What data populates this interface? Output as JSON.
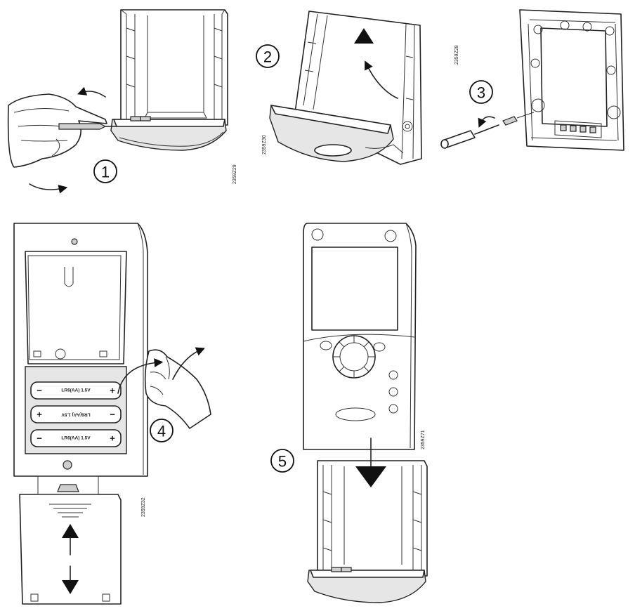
{
  "steps": [
    {
      "number": "1",
      "code": "2359Z29"
    },
    {
      "number": "2",
      "code": "2359Z30"
    },
    {
      "number": "3",
      "code": "2359Z28"
    },
    {
      "number": "4",
      "code": "2359Z32"
    },
    {
      "number": "5",
      "code": "2359Z71"
    }
  ],
  "batteries": [
    {
      "label": "LR6(AA) 1.5V",
      "left_sign": "−",
      "right_sign": "+"
    },
    {
      "label": "LR6(AA) 1.5V",
      "left_sign": "+",
      "right_sign": "−"
    },
    {
      "label": "LR6(AA) 1.5V",
      "left_sign": "−",
      "right_sign": "+"
    }
  ]
}
